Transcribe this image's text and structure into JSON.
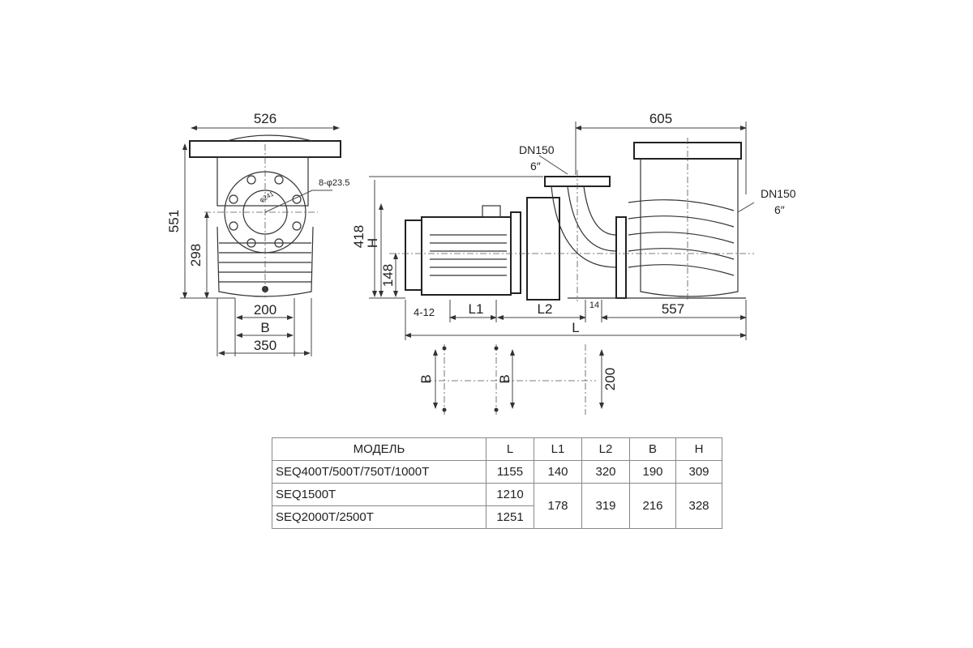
{
  "front_view": {
    "width_top": "526",
    "height_total": "551",
    "axis_height": "298",
    "foot_span": "200",
    "foot_b": "B",
    "base_width": "350",
    "bolt_holes": "8-φ23.5",
    "flange_dia": "φ241"
  },
  "side_view": {
    "height_total": "418",
    "height_h": "H",
    "motor_axis": "148",
    "mount_holes": "4-12",
    "l1": "L1",
    "l2": "L2",
    "gap": "14",
    "pump_len": "557",
    "total_len": "L",
    "inlet_dn": "DN150",
    "inlet_in": "6″",
    "outlet_dn": "DN150",
    "outlet_in": "6″",
    "pump_width": "605"
  },
  "base_view": {
    "b1": "B",
    "b2": "B",
    "span": "200"
  },
  "table": {
    "headers": [
      "МОДЕЛЬ",
      "L",
      "L1",
      "L2",
      "B",
      "H"
    ],
    "rows": [
      {
        "model": "SEQ400T/500T/750T/1000T",
        "L": "1155",
        "L1": "140",
        "L2": "320",
        "B": "190",
        "H": "309"
      },
      {
        "model": "SEQ1500T",
        "L": "1210"
      },
      {
        "model": "SEQ2000T/2500T",
        "L": "1251"
      }
    ],
    "merged": {
      "L1": "178",
      "L2": "319",
      "B": "216",
      "H": "328"
    }
  }
}
